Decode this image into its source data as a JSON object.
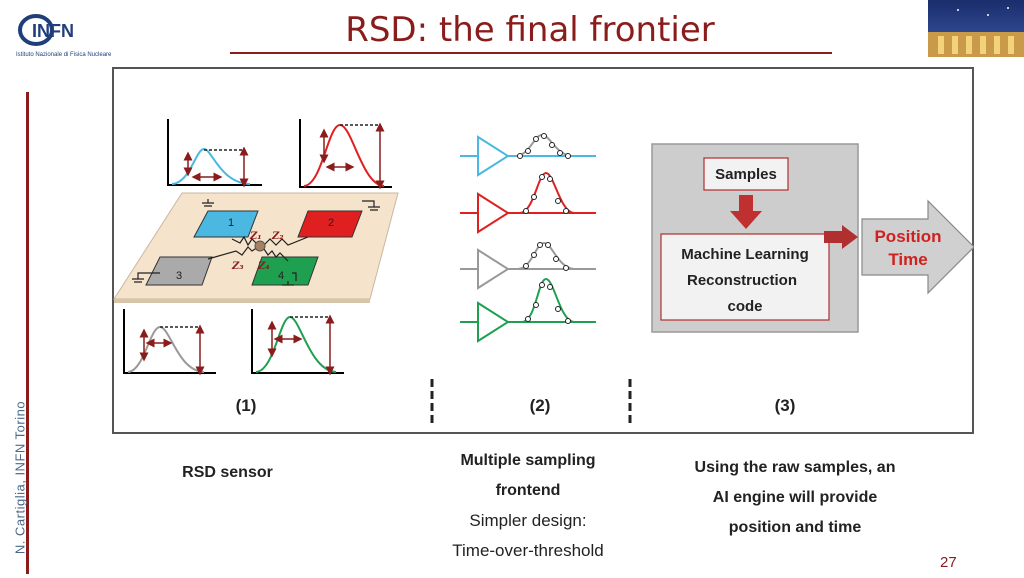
{
  "title": "RSD: the final frontier",
  "logo": {
    "name": "INFN",
    "subtitle": "Istituto Nazionale di Fisica Nucleare"
  },
  "side_author": "N. Cartiglia, INFN Torino",
  "page_number": "27",
  "panels": {
    "p1_label": "(1)",
    "p2_label": "(2)",
    "p3_label": "(3)",
    "pad_numbers": [
      "1",
      "2",
      "3",
      "4"
    ],
    "impedances": [
      "Z₁",
      "Z₂",
      "Z₃",
      "Z₄"
    ]
  },
  "ml_box": {
    "samples_label": "Samples",
    "ml_line1": "Machine Learning",
    "ml_line2": "Reconstruction",
    "ml_line3": "code",
    "output_line1": "Position",
    "output_line2": "Time"
  },
  "captions": {
    "c1": "RSD sensor",
    "c2_line1": "Multiple sampling",
    "c2_line2": "frontend",
    "c2_line3": "Simpler design:",
    "c2_line4": "Time-over-threshold",
    "c3_line1": "Using the raw samples, an",
    "c3_line2": "AI engine will provide",
    "c3_line3": "position and time"
  },
  "colors": {
    "accent": "#8a1c1c",
    "blue_signal": "#4ab8e0",
    "red_signal": "#e02020",
    "gray_signal": "#999999",
    "green_signal": "#1fa050"
  }
}
